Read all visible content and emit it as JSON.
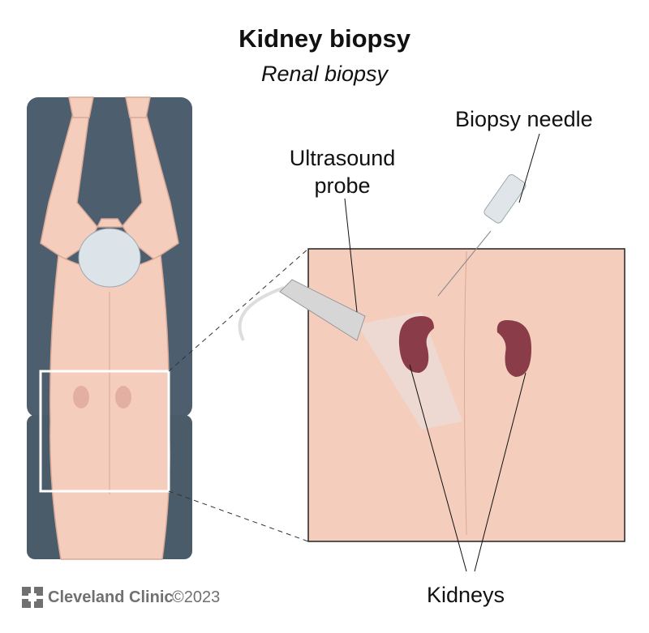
{
  "title": "Kidney biopsy",
  "subtitle": "Renal biopsy",
  "labels": {
    "needle": "Biopsy needle",
    "probe_line1": "Ultrasound",
    "probe_line2": "probe",
    "kidneys": "Kidneys"
  },
  "footer": {
    "brand": "Cleveland Clinic",
    "copyright": "©2023"
  },
  "colors": {
    "skin": "#f4cdbc",
    "table": "#4b5d6c",
    "kidney": "#8a3d48"
  }
}
